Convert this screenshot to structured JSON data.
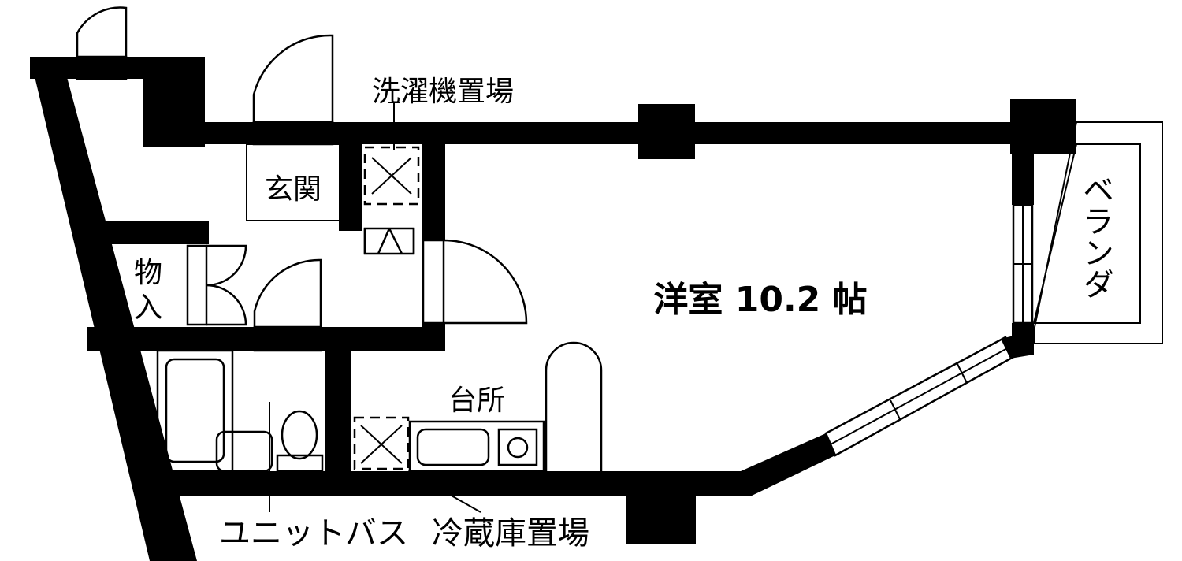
{
  "plan": {
    "rooms": {
      "western_room": "洋室 10.2 帖",
      "entrance": "玄関",
      "storage_line1": "物",
      "storage_line2": "入",
      "kitchen": "台所",
      "veranda": "ベランダ"
    },
    "annotations": {
      "washer_space": "洗濯機置場",
      "unit_bath": "ユニットバス",
      "fridge_space": "冷蔵庫置場"
    }
  }
}
